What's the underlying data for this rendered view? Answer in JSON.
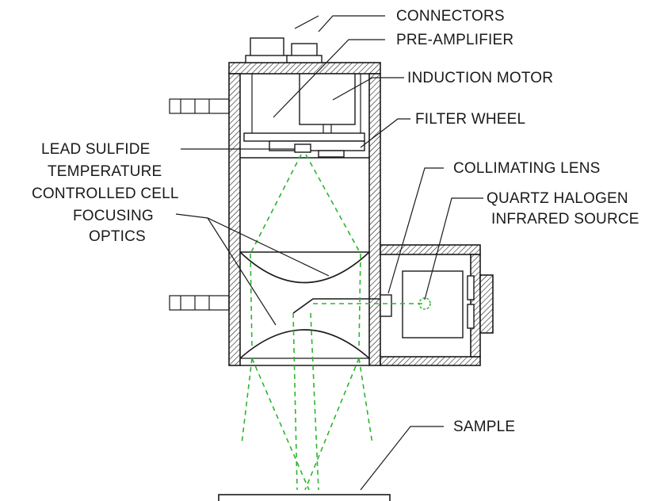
{
  "labels": {
    "connectors": "CONNECTORS",
    "pre_amplifier": "PRE-AMPLIFIER",
    "induction_motor": "INDUCTION MOTOR",
    "filter_wheel": "FILTER WHEEL",
    "lead_sulfide_line1": "LEAD SULFIDE",
    "lead_sulfide_line2": "TEMPERATURE",
    "lead_sulfide_line3": "CONTROLLED CELL",
    "collimating_lens": "COLLIMATING LENS",
    "quartz_line1": "QUARTZ HALOGEN",
    "quartz_line2": "INFRARED SOURCE",
    "focusing_line1": "FOCUSING",
    "focusing_line2": "OPTICS",
    "sample": "SAMPLE"
  },
  "colors": {
    "line": "#1a1a1a",
    "beam": "#2db52d",
    "background": "#ffffff"
  }
}
